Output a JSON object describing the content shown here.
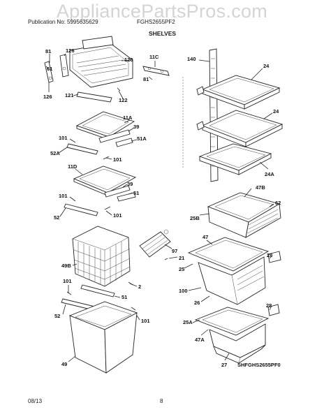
{
  "watermark": "AppliancePartsPros.com",
  "header": {
    "publication": "Publication No: 5995635629",
    "model": "FGHS2655PF2",
    "section": "SHELVES"
  },
  "footer": {
    "date": "08/13",
    "page": "8"
  },
  "diagram_code": "SHFGHS2655PF0",
  "callouts": {
    "c81a": "81",
    "c126a": "126",
    "c120": "120",
    "c61": "61",
    "c126b": "126",
    "c121": "121",
    "c122": "122",
    "c11c": "11C",
    "c81b": "81",
    "c140": "140",
    "c24a": "24",
    "c24b": "24",
    "c24A": "24A",
    "c11A": "11A",
    "c39a": "39",
    "c101a": "101",
    "c51A": "51A",
    "c52A": "52A",
    "c101b": "101",
    "c11D": "11D",
    "c39b": "39",
    "c101c": "101",
    "c51": "51",
    "c52": "52",
    "c101d": "101",
    "c47B": "47B",
    "c62": "62",
    "c25B": "25B",
    "c47": "47",
    "c97": "97",
    "c21": "21",
    "c49B": "49B",
    "c2": "2",
    "c28a": "28",
    "c25": "25",
    "c100": "100",
    "c26": "26",
    "c101e": "101",
    "c51b": "51",
    "c52b": "52",
    "c101f": "101",
    "c28b": "28",
    "c25A": "25A",
    "c47A": "47A",
    "c27": "27",
    "c49": "49"
  }
}
